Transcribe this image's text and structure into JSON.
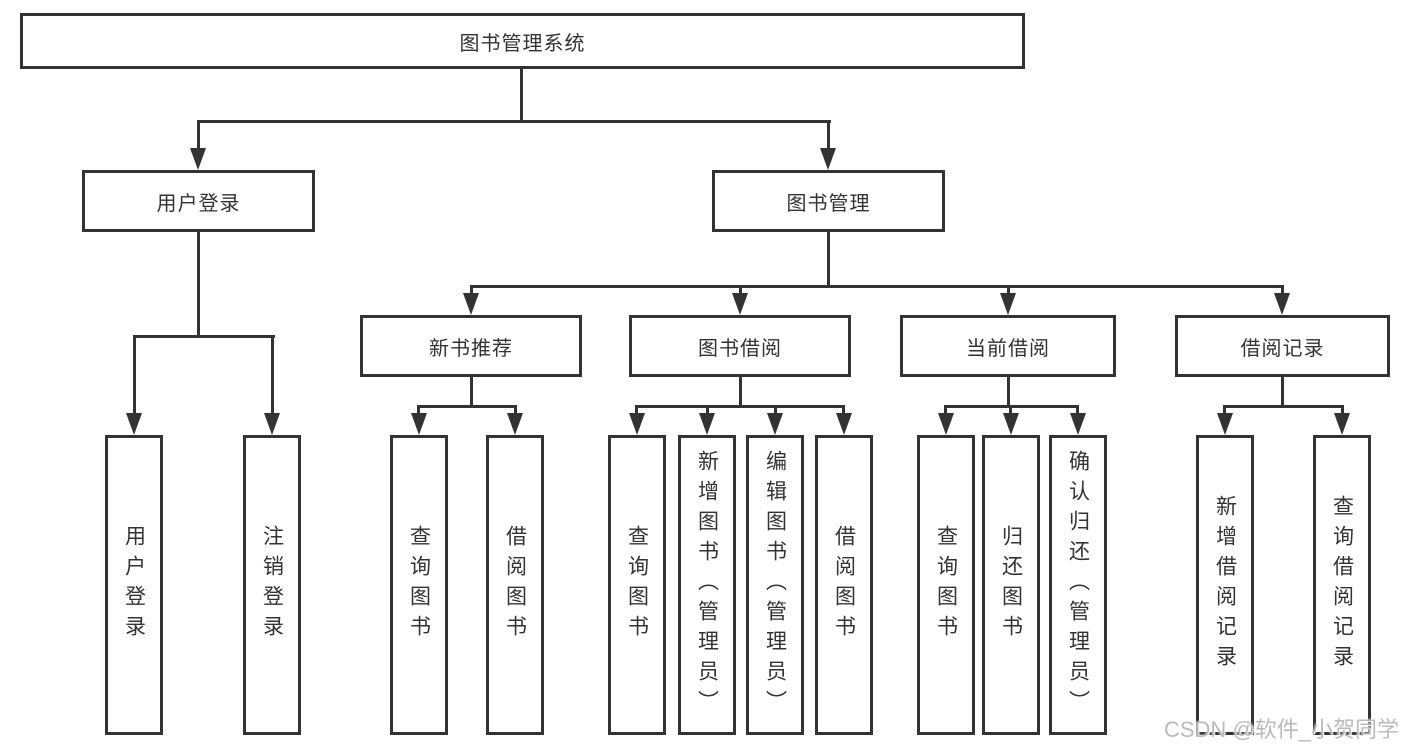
{
  "diagram": {
    "type": "hierarchy-tree",
    "root": {
      "label": "图书管理系统",
      "children": [
        {
          "label": "用户登录",
          "children": [
            {
              "label": "用户登录"
            },
            {
              "label": "注销登录"
            }
          ]
        },
        {
          "label": "图书管理",
          "children": [
            {
              "label": "新书推荐",
              "children": [
                {
                  "label": "查询图书"
                },
                {
                  "label": "借阅图书"
                }
              ]
            },
            {
              "label": "图书借阅",
              "children": [
                {
                  "label": "查询图书"
                },
                {
                  "label": "新增图书（管理员）"
                },
                {
                  "label": "编辑图书（管理员）"
                },
                {
                  "label": "借阅图书"
                }
              ]
            },
            {
              "label": "当前借阅",
              "children": [
                {
                  "label": "查询图书"
                },
                {
                  "label": "归还图书"
                },
                {
                  "label": "确认归还（管理员）"
                }
              ]
            },
            {
              "label": "借阅记录",
              "children": [
                {
                  "label": "新增借阅记录"
                },
                {
                  "label": "查询借阅记录"
                }
              ]
            }
          ]
        }
      ]
    },
    "watermark": "CSDN @软件_小贺同学",
    "colors": {
      "line": "#333333",
      "text": "#333333",
      "background": "#ffffff",
      "watermark": "#b2b2b2"
    }
  }
}
